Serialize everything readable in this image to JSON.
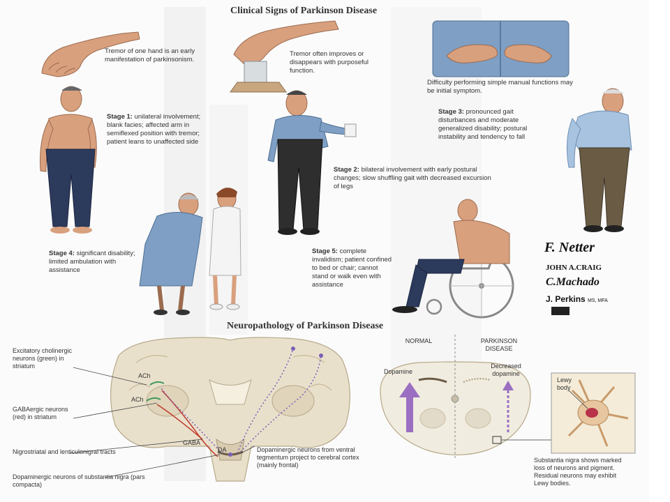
{
  "titles": {
    "clinical": "Clinical Signs of Parkinson Disease",
    "neuro": "Neuropathology of Parkinson Disease"
  },
  "captions": {
    "tremor_one_hand": "Tremor of one hand is an early manifestation of parkinsonism.",
    "tremor_purposeful": "Tremor often improves or disappears with purposeful function.",
    "difficulty_tasks": "Difficulty performing simple manual functions may be initial symptom.",
    "stage1_title": "Stage 1:",
    "stage1_text": "unilateral involvement; blank facies; affected arm in semiflexed position with tremor; patient leans to unaffected side",
    "stage2_title": "Stage 2:",
    "stage2_text": "bilateral involvement with early postural changes; slow shuffling gait with decreased excursion of legs",
    "stage3_title": "Stage 3:",
    "stage3_text": "pronounced gait disturbances and moderate generalized disability; postural instability and tendency to fall",
    "stage4_title": "Stage 4:",
    "stage4_text": "significant disability; limited ambulation with assistance",
    "stage5_title": "Stage 5:",
    "stage5_text": "complete invalidism; patient confined to bed or chair; cannot stand or walk even with assistance"
  },
  "neuro_labels": {
    "excitatory": "Excitatory cholinergic neurons (green) in striatum",
    "gabaergic": "GABAergic neurons (red) in striatum",
    "nigrostriatal": "Nigrostriatal and lenticulonigral tracts",
    "dopaminergic_sn": "Dopaminergic neurons of substantia nigra (pars compacta)",
    "dopaminergic_vt": "Dopaminergic neurons from ventral tegmentum project to cerebral cortex (mainly frontal)",
    "ach1": "ACh",
    "ach2": "ACh",
    "gaba": "GABA",
    "da": "DA",
    "normal": "NORMAL",
    "parkinson": "PARKINSON DISEASE",
    "dopamine": "Dopamine",
    "decreased_dopamine": "Decreased dopamine",
    "lewy_body": "Lewy body",
    "substantia_caption": "Substantia nigra shows marked loss of neurons and pigment. Residual neurons may exhibit Lewy bodies."
  },
  "signatures": {
    "netter": "F. Netter",
    "craig": "JOHN A.CRAIG",
    "machado": "C.Machado",
    "perkins": "J. Perkins",
    "perkins_suffix": "MS, MFA"
  },
  "colors": {
    "skin": "#d9a07e",
    "shirt_blue": "#7f9fc4",
    "pants_navy": "#2c3a5c",
    "pants_dark": "#2e2e2e",
    "pants_brown": "#6a5b45",
    "brain_tissue": "#e9e0cc",
    "dopamine_arrow": "#9a6fc2",
    "lewy_red": "#b8324a"
  }
}
